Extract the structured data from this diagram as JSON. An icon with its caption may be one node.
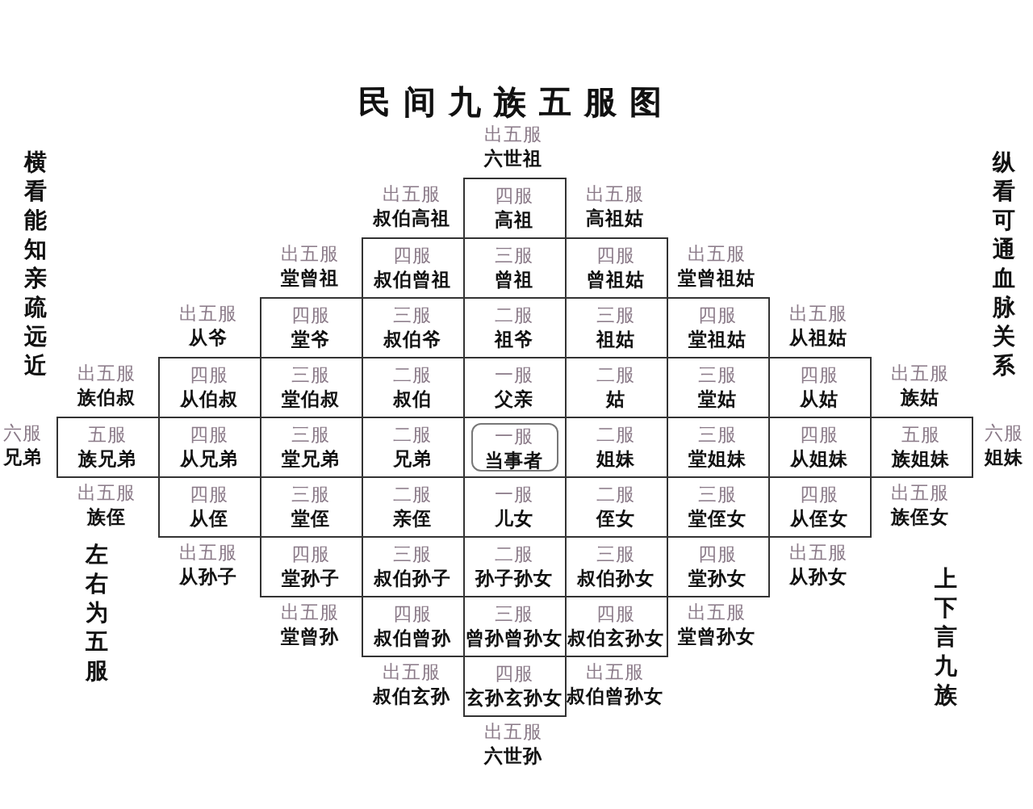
{
  "diagram": {
    "title": "民间九族五服图",
    "nodes": [
      {
        "text": [
          "四服",
          "高祖"
        ]
      },
      {
        "text": [
          "四服",
          "叔伯曾祖"
        ]
      },
      {
        "text": [
          "三服",
          "曾祖"
        ]
      },
      {
        "text": [
          "四服",
          "曾祖姑"
        ]
      },
      {
        "text": [
          "四服",
          "堂爷"
        ]
      },
      {
        "text": [
          "三服",
          "叔伯爷"
        ]
      },
      {
        "text": [
          "二服",
          "祖爷"
        ]
      },
      {
        "text": [
          "三服",
          "祖姑"
        ]
      },
      {
        "text": [
          "四服",
          "堂祖姑"
        ]
      },
      {
        "text": [
          "四服",
          "从伯叔"
        ]
      },
      {
        "text": [
          "三服",
          "堂伯叔"
        ]
      },
      {
        "text": [
          "二服",
          "叔伯"
        ]
      },
      {
        "text": [
          "一服",
          "父亲"
        ]
      },
      {
        "text": [
          "二服",
          "姑"
        ]
      },
      {
        "text": [
          "三服",
          "堂姑"
        ]
      },
      {
        "text": [
          "四服",
          "从姑"
        ]
      },
      {
        "text": [
          "五服",
          "族兄弟"
        ]
      },
      {
        "text": [
          "四服",
          "从兄弟"
        ]
      },
      {
        "text": [
          "三服",
          "堂兄弟"
        ]
      },
      {
        "text": [
          "二服",
          "兄弟"
        ]
      },
      {
        "text": [],
        "shape": "box"
      },
      {
        "text": [
          "一服",
          "当事者"
        ],
        "in": 20
      },
      {
        "text": [
          "二服",
          "姐妹"
        ]
      },
      {
        "text": [
          "三服",
          "堂姐妹"
        ]
      },
      {
        "text": [
          "四服",
          "从姐妹"
        ]
      },
      {
        "text": [
          "五服",
          "族姐妹"
        ]
      },
      {
        "text": [
          "四服",
          "从侄"
        ]
      },
      {
        "text": [
          "三服",
          "堂侄"
        ]
      },
      {
        "text": [
          "二服",
          "亲侄"
        ]
      },
      {
        "text": [
          "一服",
          "儿女"
        ]
      },
      {
        "text": [
          "二服",
          "侄女"
        ]
      },
      {
        "text": [
          "三服",
          "堂侄女"
        ]
      },
      {
        "text": [
          "四服",
          "从侄女"
        ]
      },
      {
        "text": [
          "四服",
          "堂孙子"
        ]
      },
      {
        "text": [
          "三服",
          "叔伯孙子"
        ]
      },
      {
        "text": [
          "二服",
          "孙子孙女"
        ]
      },
      {
        "text": [
          "三服",
          "叔伯孙女"
        ]
      },
      {
        "text": [
          "四服",
          "堂孙女"
        ]
      },
      {
        "text": [
          "四服",
          "叔伯曾孙"
        ]
      },
      {
        "text": [
          "三服",
          "曾孙曾孙女"
        ]
      },
      {
        "text": [
          "四服",
          "叔伯玄孙女"
        ]
      },
      {
        "text": [
          "四服",
          "玄孙玄孙女"
        ]
      }
    ],
    "labels": [
      "出五服",
      "六世祖",
      "横看能知亲疏远近",
      "纵看可通血脉关系",
      "出五服",
      "叔伯高祖",
      "出五服",
      "高祖姑",
      "出五服",
      "堂曾祖",
      "出五服",
      "堂曾祖姑",
      "出五服",
      "从爷",
      "出五服",
      "从祖姑",
      "出五服",
      "族伯叔",
      "出五服",
      "族姑",
      "六服",
      "兄弟",
      "六服",
      "姐妹",
      "出五服",
      "族侄",
      "出五服",
      "族侄女",
      "出五服",
      "从孙子",
      "出五服",
      "从孙女",
      "左右为五服",
      "上下言九族",
      "出五服",
      "堂曾孙",
      "出五服",
      "堂曾孙女",
      "出五服",
      "叔伯玄孙",
      "出五服",
      "叔伯曾孙女",
      "出五服",
      "六世孙"
    ]
  }
}
